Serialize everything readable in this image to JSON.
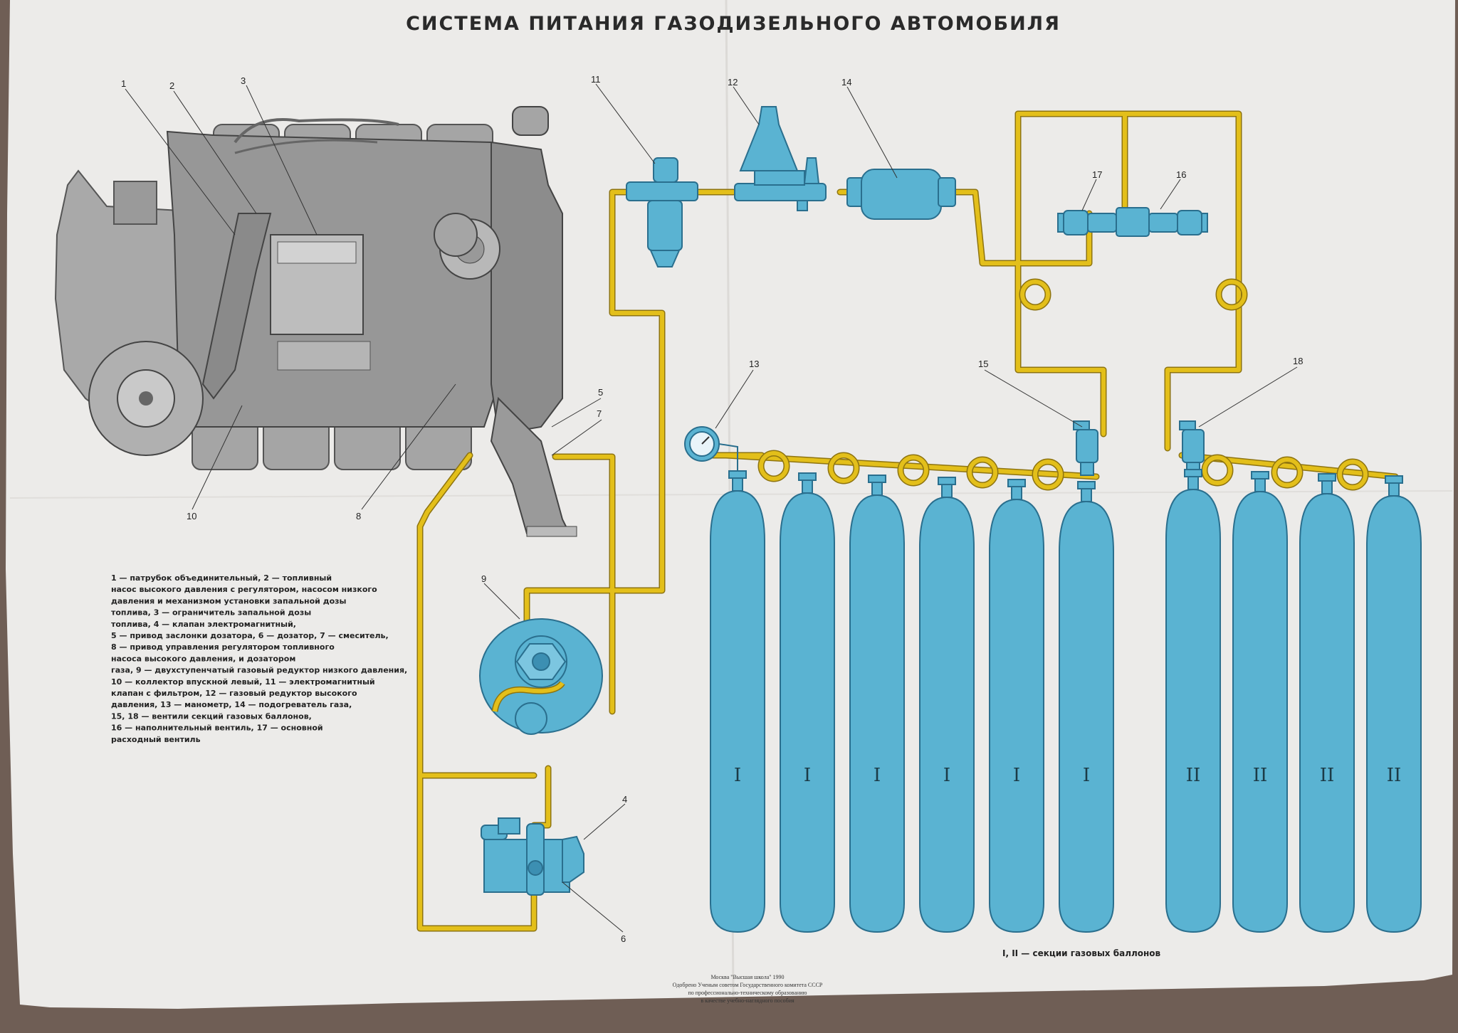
{
  "poster": {
    "title": "СИСТЕМА ПИТАНИЯ ГАЗОДИЗЕЛЬНОГО АВТОМОБИЛЯ",
    "colors": {
      "gas_line": "#e3bf1a",
      "gas_line_edge": "#8e7410",
      "component": "#5ab3d2",
      "component_edge": "#2a6f8e",
      "engine": "#9a9a9a",
      "paper": "#eceae7"
    }
  },
  "callouts": [
    "1",
    "2",
    "3",
    "4",
    "5",
    "6",
    "7",
    "8",
    "9",
    "10",
    "11",
    "12",
    "13",
    "14",
    "15",
    "16",
    "17",
    "18"
  ],
  "legend": {
    "lines": [
      "1 — патрубок объединительный, 2 — топливный",
      "насос высокого давления с регулятором, насосом низкого",
      "давления и механизмом установки запальной дозы",
      "топлива, 3 — ограничитель запальной дозы",
      "топлива, 4 — клапан электромагнитный,",
      "5 — привод заслонки дозатора, 6 — дозатор, 7 — смеситель,",
      "8 — привод управления регулятором топливного",
      "насоса высокого давления, и дозатором",
      "газа, 9 — двухступенчатый газовый редуктор низкого давления,",
      "10 — коллектор впускной левый, 11 — электромагнитный",
      "клапан с фильтром, 12 — газовый редуктор высокого",
      "давления, 13 — манометр, 14 — подогреватель газа,",
      "15, 18 — вентили секций газовых баллонов,",
      "16 — наполнительный вентиль, 17 — основной",
      "расходный вентиль"
    ]
  },
  "cylinders": {
    "section_1_label": "I",
    "section_2_label": "II",
    "section_1_count": 6,
    "section_2_count": 4,
    "sections_caption": "I, II — секции газовых баллонов"
  },
  "imprint": {
    "lines": [
      "Москва \"Высшая школа\" 1990",
      "Одобрено Ученым советом Государственного комитета СССР",
      "по профессионально-техническому образованию",
      "в качестве учебно-наглядного пособия"
    ]
  }
}
